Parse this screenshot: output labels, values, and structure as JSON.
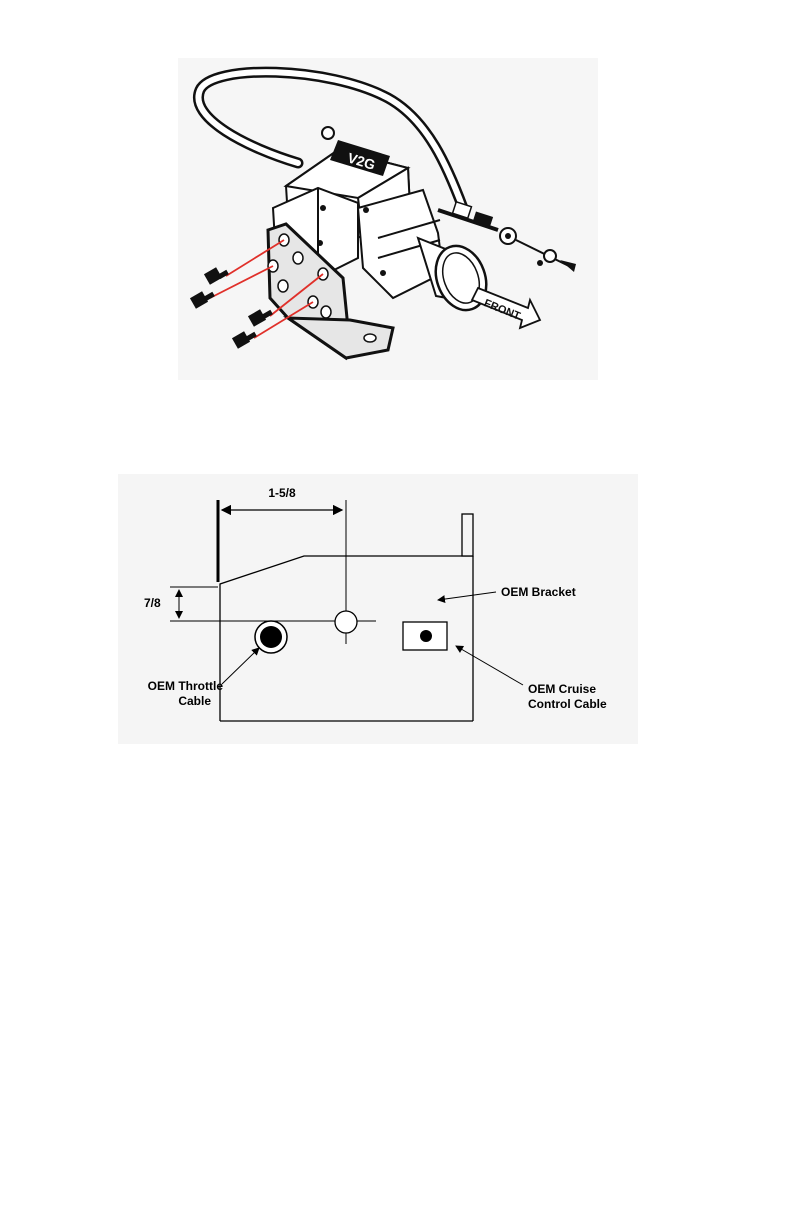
{
  "figure1": {
    "brand_text": "V2G",
    "direction_label": "FRONT",
    "colors": {
      "line": "#111111",
      "body_fill": "#ffffff",
      "plate_fill": "#e6e6e6",
      "guide_line": "#e0302a"
    }
  },
  "figure2": {
    "dimension_horizontal": "1-5/8",
    "dimension_vertical": "7/8",
    "label_bracket": "OEM Bracket",
    "label_throttle_line1": "OEM Throttle",
    "label_throttle_line2": "Cable",
    "label_cruise_line1": "OEM Cruise",
    "label_cruise_line2": "Control Cable"
  }
}
